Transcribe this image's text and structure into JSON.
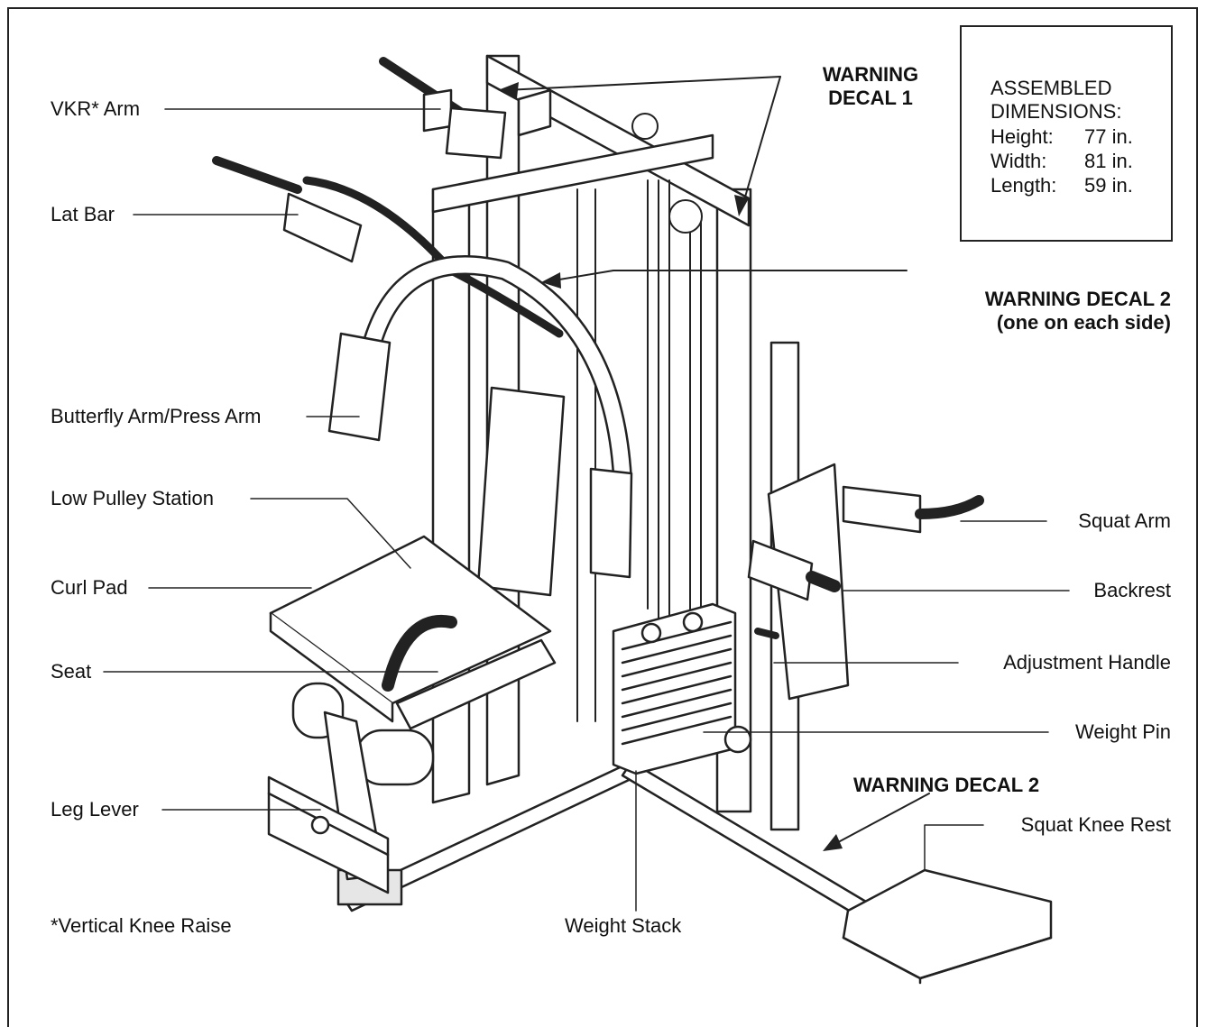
{
  "labels": {
    "vkr_arm": "VKR* Arm",
    "lat_bar": "Lat Bar",
    "butterfly_arm": "Butterfly Arm/Press Arm",
    "low_pulley": "Low Pulley Station",
    "curl_pad": "Curl Pad",
    "seat": "Seat",
    "leg_lever": "Leg Lever",
    "footnote": "*Vertical Knee Raise",
    "weight_stack": "Weight Stack",
    "squat_arm": "Squat Arm",
    "backrest": "Backrest",
    "adjustment_handle": "Adjustment Handle",
    "weight_pin": "Weight Pin",
    "squat_knee_rest": "Squat Knee Rest"
  },
  "warnings": {
    "decal1_line1": "WARNING",
    "decal1_line2": "DECAL 1",
    "decal2_line1": "WARNING DECAL 2",
    "decal2_line2": "(one on each side)",
    "decal2_lower": "WARNING DECAL 2"
  },
  "dimensions": {
    "title_line1": "ASSEMBLED",
    "title_line2": "DIMENSIONS:",
    "rows": [
      {
        "key": "Height:",
        "value": "77 in."
      },
      {
        "key": "Width:",
        "value": "81 in."
      },
      {
        "key": "Length:",
        "value": "59 in."
      }
    ]
  }
}
